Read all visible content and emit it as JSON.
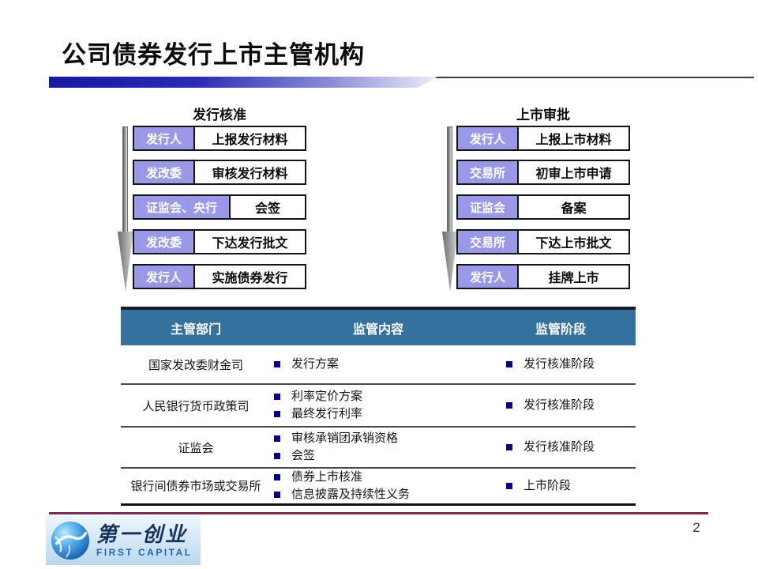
{
  "slide": {
    "title": "公司债券发行上市主管机构",
    "page_number": "2"
  },
  "flows": [
    {
      "heading": "发行核准",
      "steps": [
        {
          "actor": "发行人",
          "action": "上报发行材料"
        },
        {
          "actor": "发改委",
          "action": "审核发行材料"
        },
        {
          "actor": "证监会、央行",
          "action": "会签"
        },
        {
          "actor": "发改委",
          "action": "下达发行批文"
        },
        {
          "actor": "发行人",
          "action": "实施债券发行"
        }
      ]
    },
    {
      "heading": "上市审批",
      "steps": [
        {
          "actor": "发行人",
          "action": "上报上市材料"
        },
        {
          "actor": "交易所",
          "action": "初审上市申请"
        },
        {
          "actor": "证监会",
          "action": "备案"
        },
        {
          "actor": "交易所",
          "action": "下达上市批文"
        },
        {
          "actor": "发行人",
          "action": "挂牌上市"
        }
      ]
    }
  ],
  "table": {
    "headers": [
      "主管部门",
      "监管内容",
      "监管阶段"
    ],
    "rows": [
      {
        "department": "国家发改委财金司",
        "contents": [
          "发行方案"
        ],
        "stages": [
          "发行核准阶段"
        ]
      },
      {
        "department": "人民银行货币政策司",
        "contents": [
          "利率定价方案",
          "最终发行利率"
        ],
        "stages": [
          "发行核准阶段"
        ]
      },
      {
        "department": "证监会",
        "contents": [
          "审核承销团承销资格",
          "会签"
        ],
        "stages": [
          "发行核准阶段"
        ]
      },
      {
        "department": "银行间债券市场或交易所",
        "contents": [
          "债券上市核准",
          "信息披露及持续性义务"
        ],
        "stages": [
          "上市阶段"
        ]
      }
    ]
  },
  "footer": {
    "logo_cn": "第一创业",
    "logo_en": "FIRST CAPITAL"
  },
  "colors": {
    "actor_cell": "#9999E8",
    "table_header": "#34719F",
    "bullet": "#00008B",
    "footer_line": "#7D2B4E",
    "title_bar": "#1717A2"
  }
}
